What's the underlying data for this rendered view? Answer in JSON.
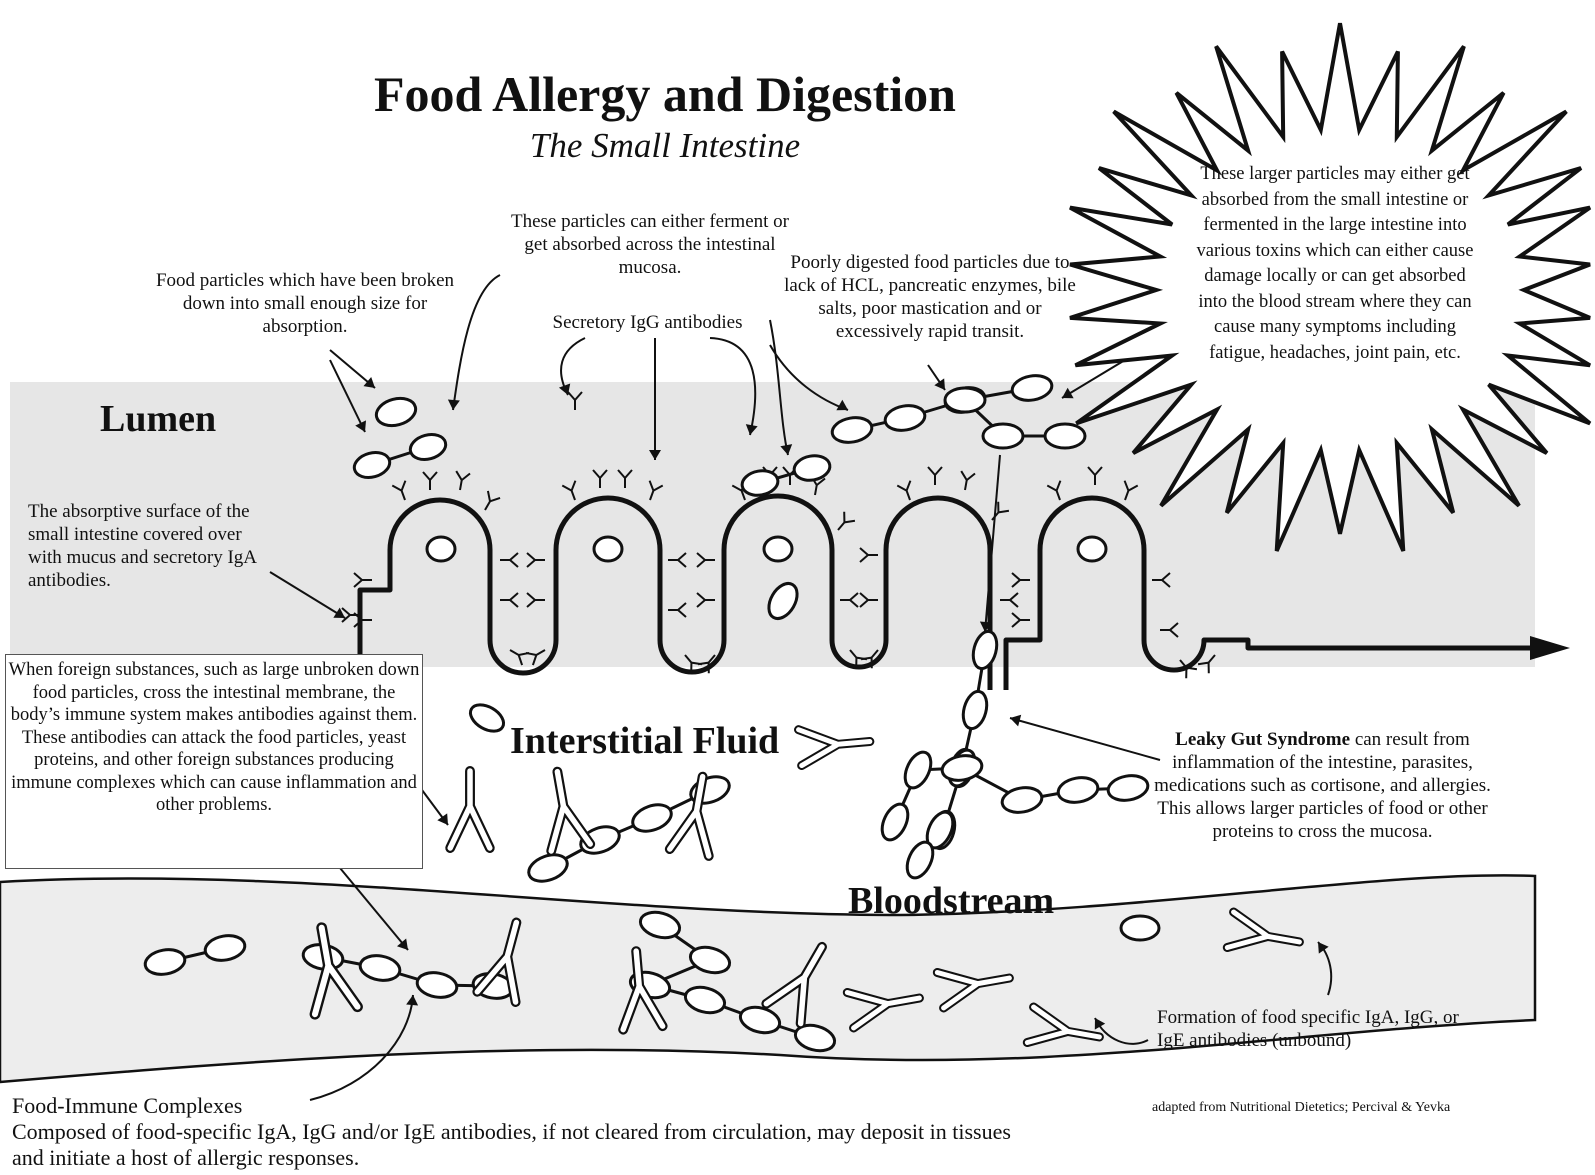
{
  "title": "Food Allergy and Digestion",
  "subtitle": "The Small Intestine",
  "regions": {
    "lumen": "Lumen",
    "interstitial": "Interstitial Fluid",
    "bloodstream": "Bloodstream"
  },
  "notes": {
    "food_particles": "Food particles which have been broken down into small enough size for absorption.",
    "ferment_absorb": "These particles can either ferment or get absorbed across the intestinal mucosa.",
    "secretory_igg": "Secretory IgG antibodies",
    "poorly_digested": "Poorly digested food particles due to lack of HCL, pancreatic enzymes, bile salts, poor mastication and or excessively rapid transit.",
    "larger_particles": "These larger particles may either get absorbed from the small intestine or fermented in the large intestine into various toxins which can either cause damage locally or can get absorbed into the blood stream where they can cause many symptoms including fatigue, headaches, joint pain, etc.",
    "absorptive_surface": "The absorptive surface of the small intestine covered over with mucus and secretory IgA antibodies.",
    "foreign_substances": "When foreign substances, such as large unbroken down food particles, cross the intestinal membrane, the body’s immune system makes antibodies against them. These antibodies can attack the food particles, yeast proteins, and other foreign substances producing immune complexes which can cause inflammation and other problems.",
    "leaky_gut_title": "Leaky Gut Syndrome",
    "leaky_gut_body": "can result from inflammation of the intestine, parasites, medications such as cortisone, and allergies. This allows larger particles of food or other proteins to cross the mucosa.",
    "formation": "Formation of food specific IgA, IgG, or IgE antibodies (unbound)",
    "complexes_title": "Food-Immune Complexes",
    "complexes_body": "Composed of food-specific IgA, IgG and/or IgE antibodies, if not cleared from circulation, may deposit in tissues and initiate a host of allergic responses.",
    "credit": "adapted from Nutritional Dietetics; Percival & Yevka"
  }
}
